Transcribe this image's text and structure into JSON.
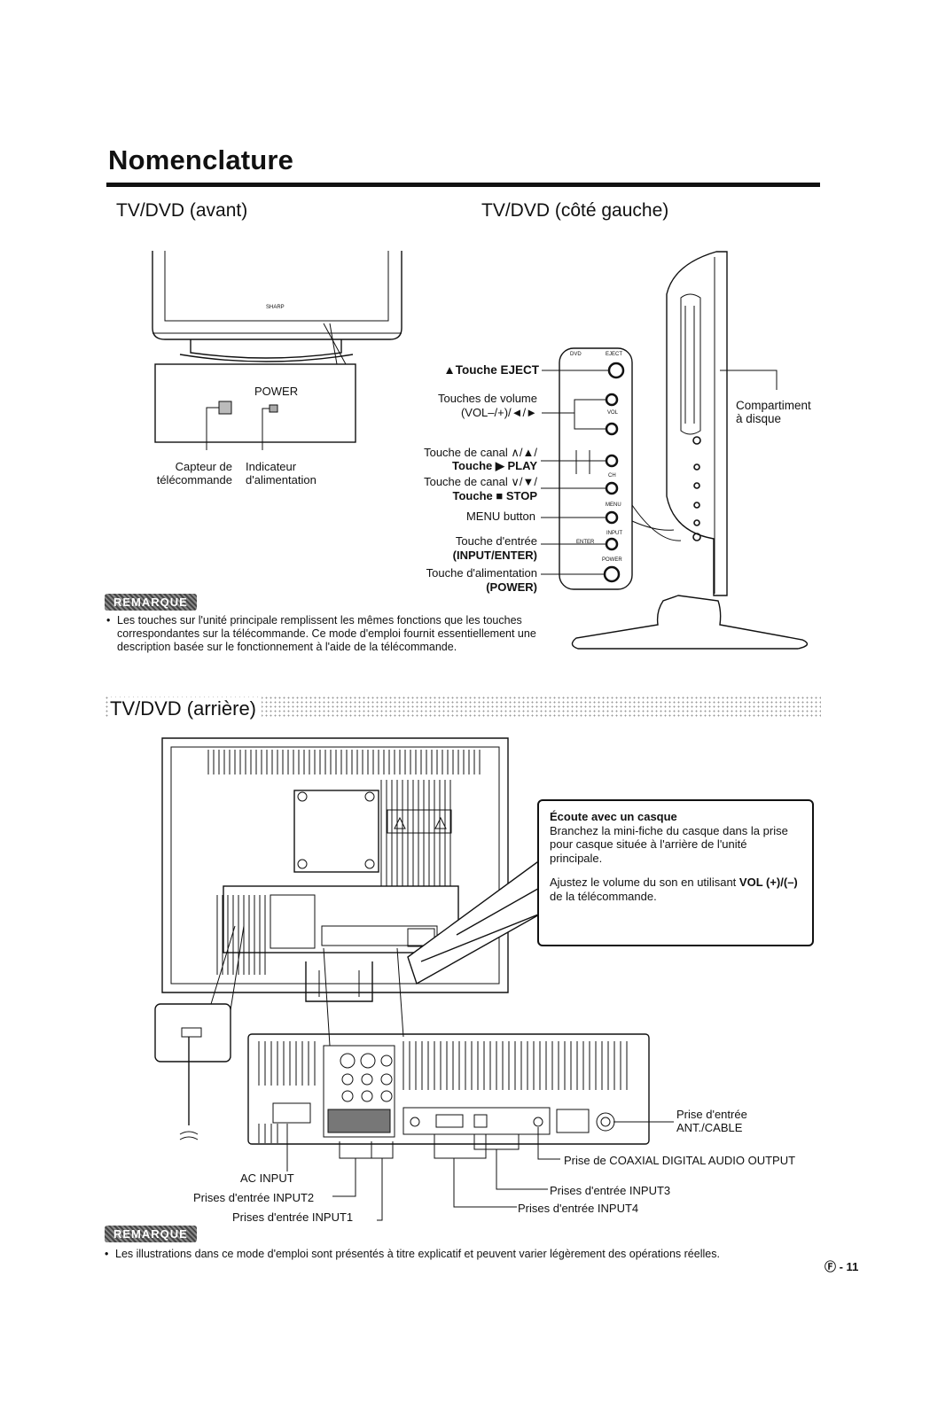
{
  "page": {
    "title": "Nomenclature",
    "page_number": "Ⓕ - 11"
  },
  "front": {
    "heading": "TV/DVD (avant)",
    "brand": "SHARP",
    "power_label": "POWER",
    "sensor_label": "Capteur de\ntélécommande",
    "indicator_label": "Indicateur\nd'alimentation"
  },
  "side": {
    "heading": "TV/DVD (côté gauche)",
    "eject_label": "▲Touche EJECT",
    "volume_label_1": "Touches de volume",
    "volume_label_2": "(VOL–/+)/◄/►",
    "channel_up_1": "Touche de canal ∧/▲/",
    "channel_up_2": "Touche ▶ PLAY",
    "channel_down_1": "Touche de canal ∨/▼/",
    "channel_down_2": "Touche ■ STOP",
    "menu_label": "MENU button",
    "input_label_1": "Touche d'entrée",
    "input_label_2": "(INPUT/ENTER)",
    "power_label_1": "Touche d'alimentation",
    "power_label_2": "(POWER)",
    "disc_label": "Compartiment\nà disque",
    "panel_text": {
      "dvd": "DVD",
      "eject": "EJECT",
      "vol": "VOL",
      "ch": "CH",
      "menu": "MENU",
      "input": "INPUT",
      "enter": "ENTER",
      "power": "POWER"
    }
  },
  "remark1": {
    "badge": "REMARQUE",
    "text": "Les touches sur l'unité principale remplissent les mêmes fonctions que les touches correspondantes sur la télécommande. Ce mode d'emploi fournit essentiellement une description basée sur le fonctionnement à l'aide de la télécommande."
  },
  "rear": {
    "heading": "TV/DVD (arrière)",
    "callout_title": "Écoute avec un casque",
    "callout_text": "Branchez la mini-fiche du casque dans la prise pour casque située à l'arrière de l'unité principale.",
    "callout_text2_prefix": "Ajustez le volume du son en utilisant ",
    "callout_text2_bold": "VOL (+)/(–)",
    "callout_text2_suffix": " de la télécommande.",
    "ac_input": "AC INPUT",
    "input2": "Prises d'entrée INPUT2",
    "input1": "Prises d'entrée INPUT1",
    "input3": "Prises d'entrée INPUT3",
    "input4": "Prises d'entrée INPUT4",
    "coaxial": "Prise de COAXIAL DIGITAL AUDIO OUTPUT",
    "antenna": "Prise d'entrée\nANT./CABLE"
  },
  "remark2": {
    "badge": "REMARQUE",
    "text": "Les illustrations dans ce mode d'emploi sont présentés à titre explicatif et peuvent varier légèrement des opérations réelles."
  }
}
